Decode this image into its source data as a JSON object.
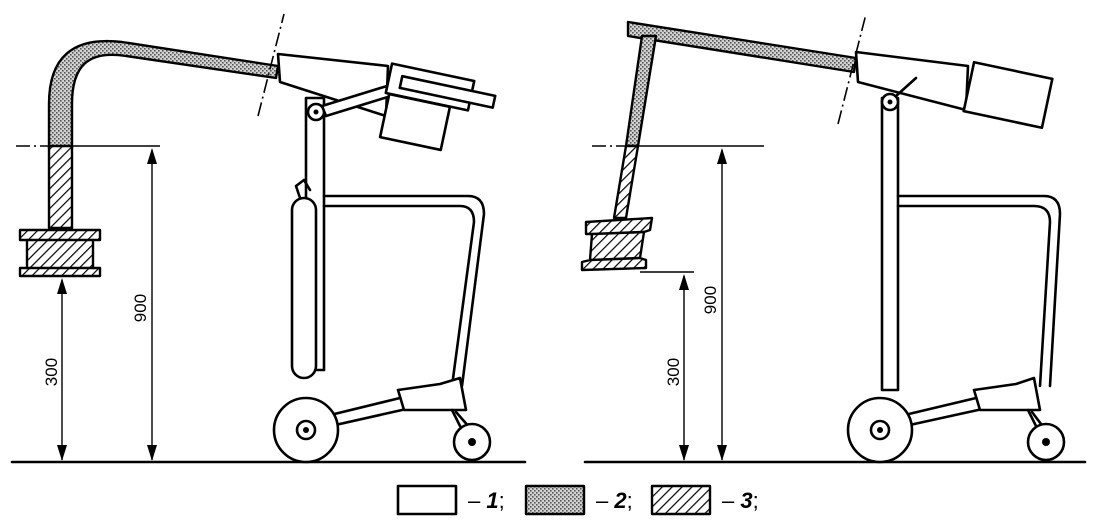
{
  "figure": {
    "left": {
      "dim_tall": "900",
      "dim_short": "300"
    },
    "right": {
      "dim_tall": "900",
      "dim_short": "300"
    }
  },
  "legend": {
    "items": [
      {
        "pattern": "plain",
        "num": "1",
        "sep": ";"
      },
      {
        "pattern": "dotted",
        "num": "2",
        "sep": ";"
      },
      {
        "pattern": "hatched",
        "num": "3",
        "sep": ";"
      }
    ],
    "dash": "–"
  },
  "colors": {
    "ink": "#000000",
    "paper": "#ffffff",
    "dot_fill": "#9a9a9a"
  }
}
